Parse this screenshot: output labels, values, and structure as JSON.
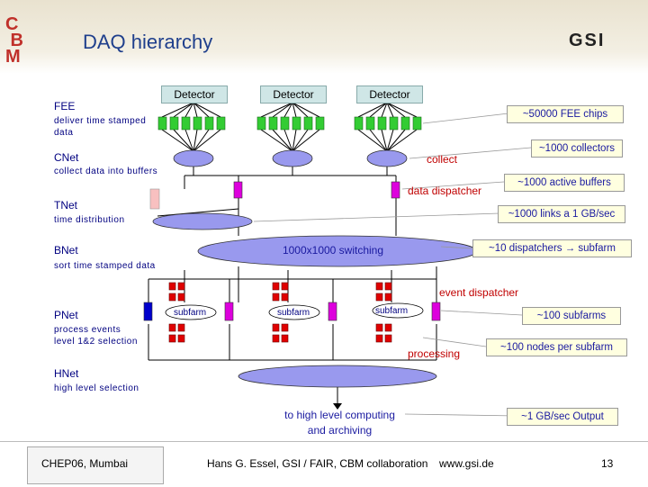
{
  "slide": {
    "title": "DAQ hierarchy",
    "logo_left": "CBM",
    "logo_right": "GSI"
  },
  "detectors": [
    "Detector",
    "Detector",
    "Detector"
  ],
  "levels": {
    "fee": {
      "name": "FEE",
      "desc": "deliver time stamped data"
    },
    "cnet": {
      "name": "CNet",
      "desc": "collect data into buffers"
    },
    "tnet": {
      "name": "TNet",
      "desc": "time distribution"
    },
    "bnet": {
      "name": "BNet",
      "desc": "sort time stamped data"
    },
    "pnet": {
      "name": "PNet",
      "desc_line1": "process events",
      "desc_line2": "level 1&2 selection"
    },
    "hnet": {
      "name": "HNet",
      "desc": "high level selection"
    }
  },
  "labels": {
    "collect": "collect",
    "data_dispatcher": "data dispatcher",
    "switching": "1000x1000 switching",
    "event_dispatcher": "event dispatcher",
    "processing": "processing",
    "subfarm": "subfarm",
    "output_line1": "to high level computing",
    "output_line2": "and archiving"
  },
  "callouts": {
    "fee_chips": "~50000 FEE chips",
    "collectors": "~1000 collectors",
    "buffers": "~1000 active buffers",
    "links": "~1000 links a 1 GB/sec",
    "dispatchers": "~10 dispatchers → subfarm",
    "subfarms": "~100 subfarms",
    "nodes": "~100 nodes per subfarm",
    "output": "~1 GB/sec Output"
  },
  "footer": {
    "venue": "CHEP06, Mumbai",
    "author": "Hans G. Essel, GSI / FAIR, CBM collaboration",
    "url": "www.gsi.de",
    "page": "13"
  },
  "colors": {
    "detector": "#cfe6e6",
    "fee_chip": "#33cc33",
    "collector": "#9999ee",
    "buffer": "#dd00dd",
    "processor": "#e00000",
    "farm_link": "#0000cc",
    "pink_box": "#f8c0c0",
    "text_blue": "#000080",
    "text_red": "#c00000"
  }
}
